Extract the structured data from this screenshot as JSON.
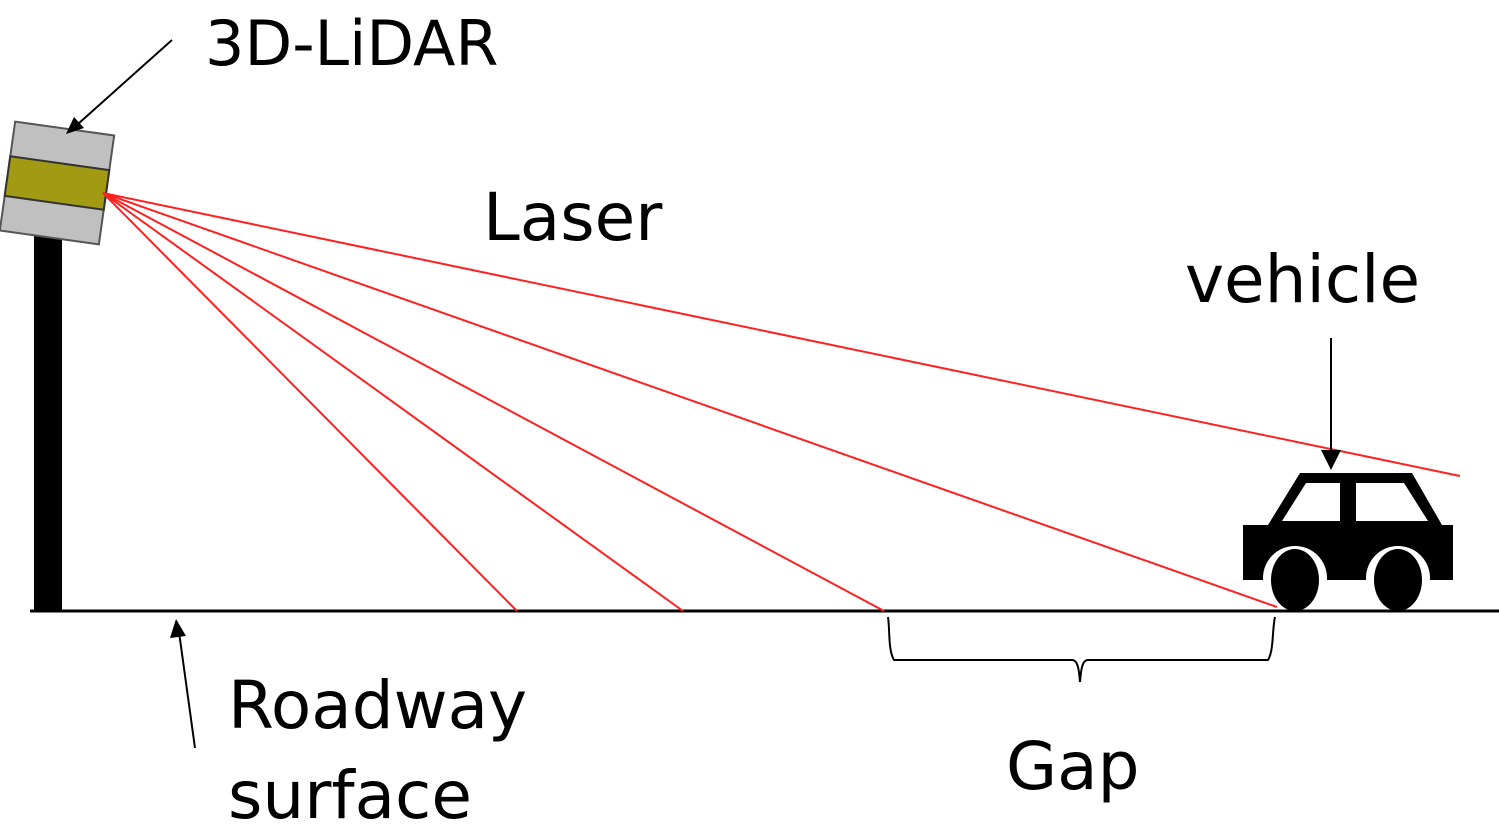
{
  "labels": {
    "lidar": "3D-LiDAR",
    "laser": "Laser",
    "vehicle": "vehicle",
    "roadway_line1": "Roadway",
    "roadway_line2": "surface",
    "gap": "Gap"
  },
  "colors": {
    "laser": "#ff2020",
    "ink": "#000000",
    "sensor_body": "#c0c0c0",
    "sensor_band": "#a29a12",
    "background": "#ffffff"
  },
  "icons": {
    "sensor": "lidar-sensor-icon",
    "vehicle": "car-icon"
  }
}
